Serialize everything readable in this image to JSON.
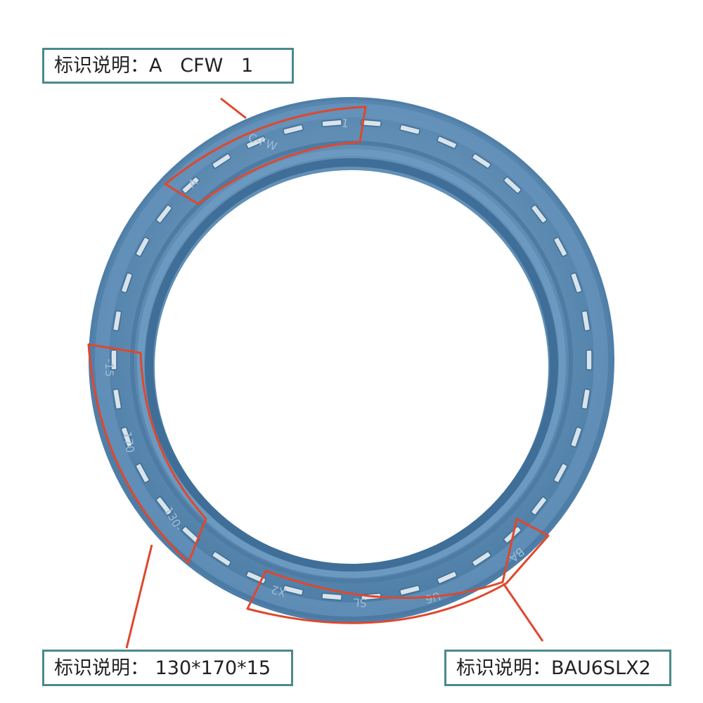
{
  "labels": {
    "top": "标识说明：A   CFW   1",
    "left": "标识说明： 130*170*15",
    "right": "标识说明：BAU6SLX2"
  },
  "ring_markings": {
    "top": [
      "A",
      "C-FW",
      "1"
    ],
    "left": [
      "-15",
      "170",
      "130-"
    ],
    "bottom": [
      "X2",
      "SL",
      "U6",
      "BA"
    ]
  },
  "colors": {
    "seal_blue": "#5f8db4",
    "seal_dark": "#3f6f98",
    "seal_light": "#7aa3c6",
    "highlight_red": "#e0472c",
    "label_border": "#4b8a8a",
    "tab_light": "#d9e3ea"
  }
}
